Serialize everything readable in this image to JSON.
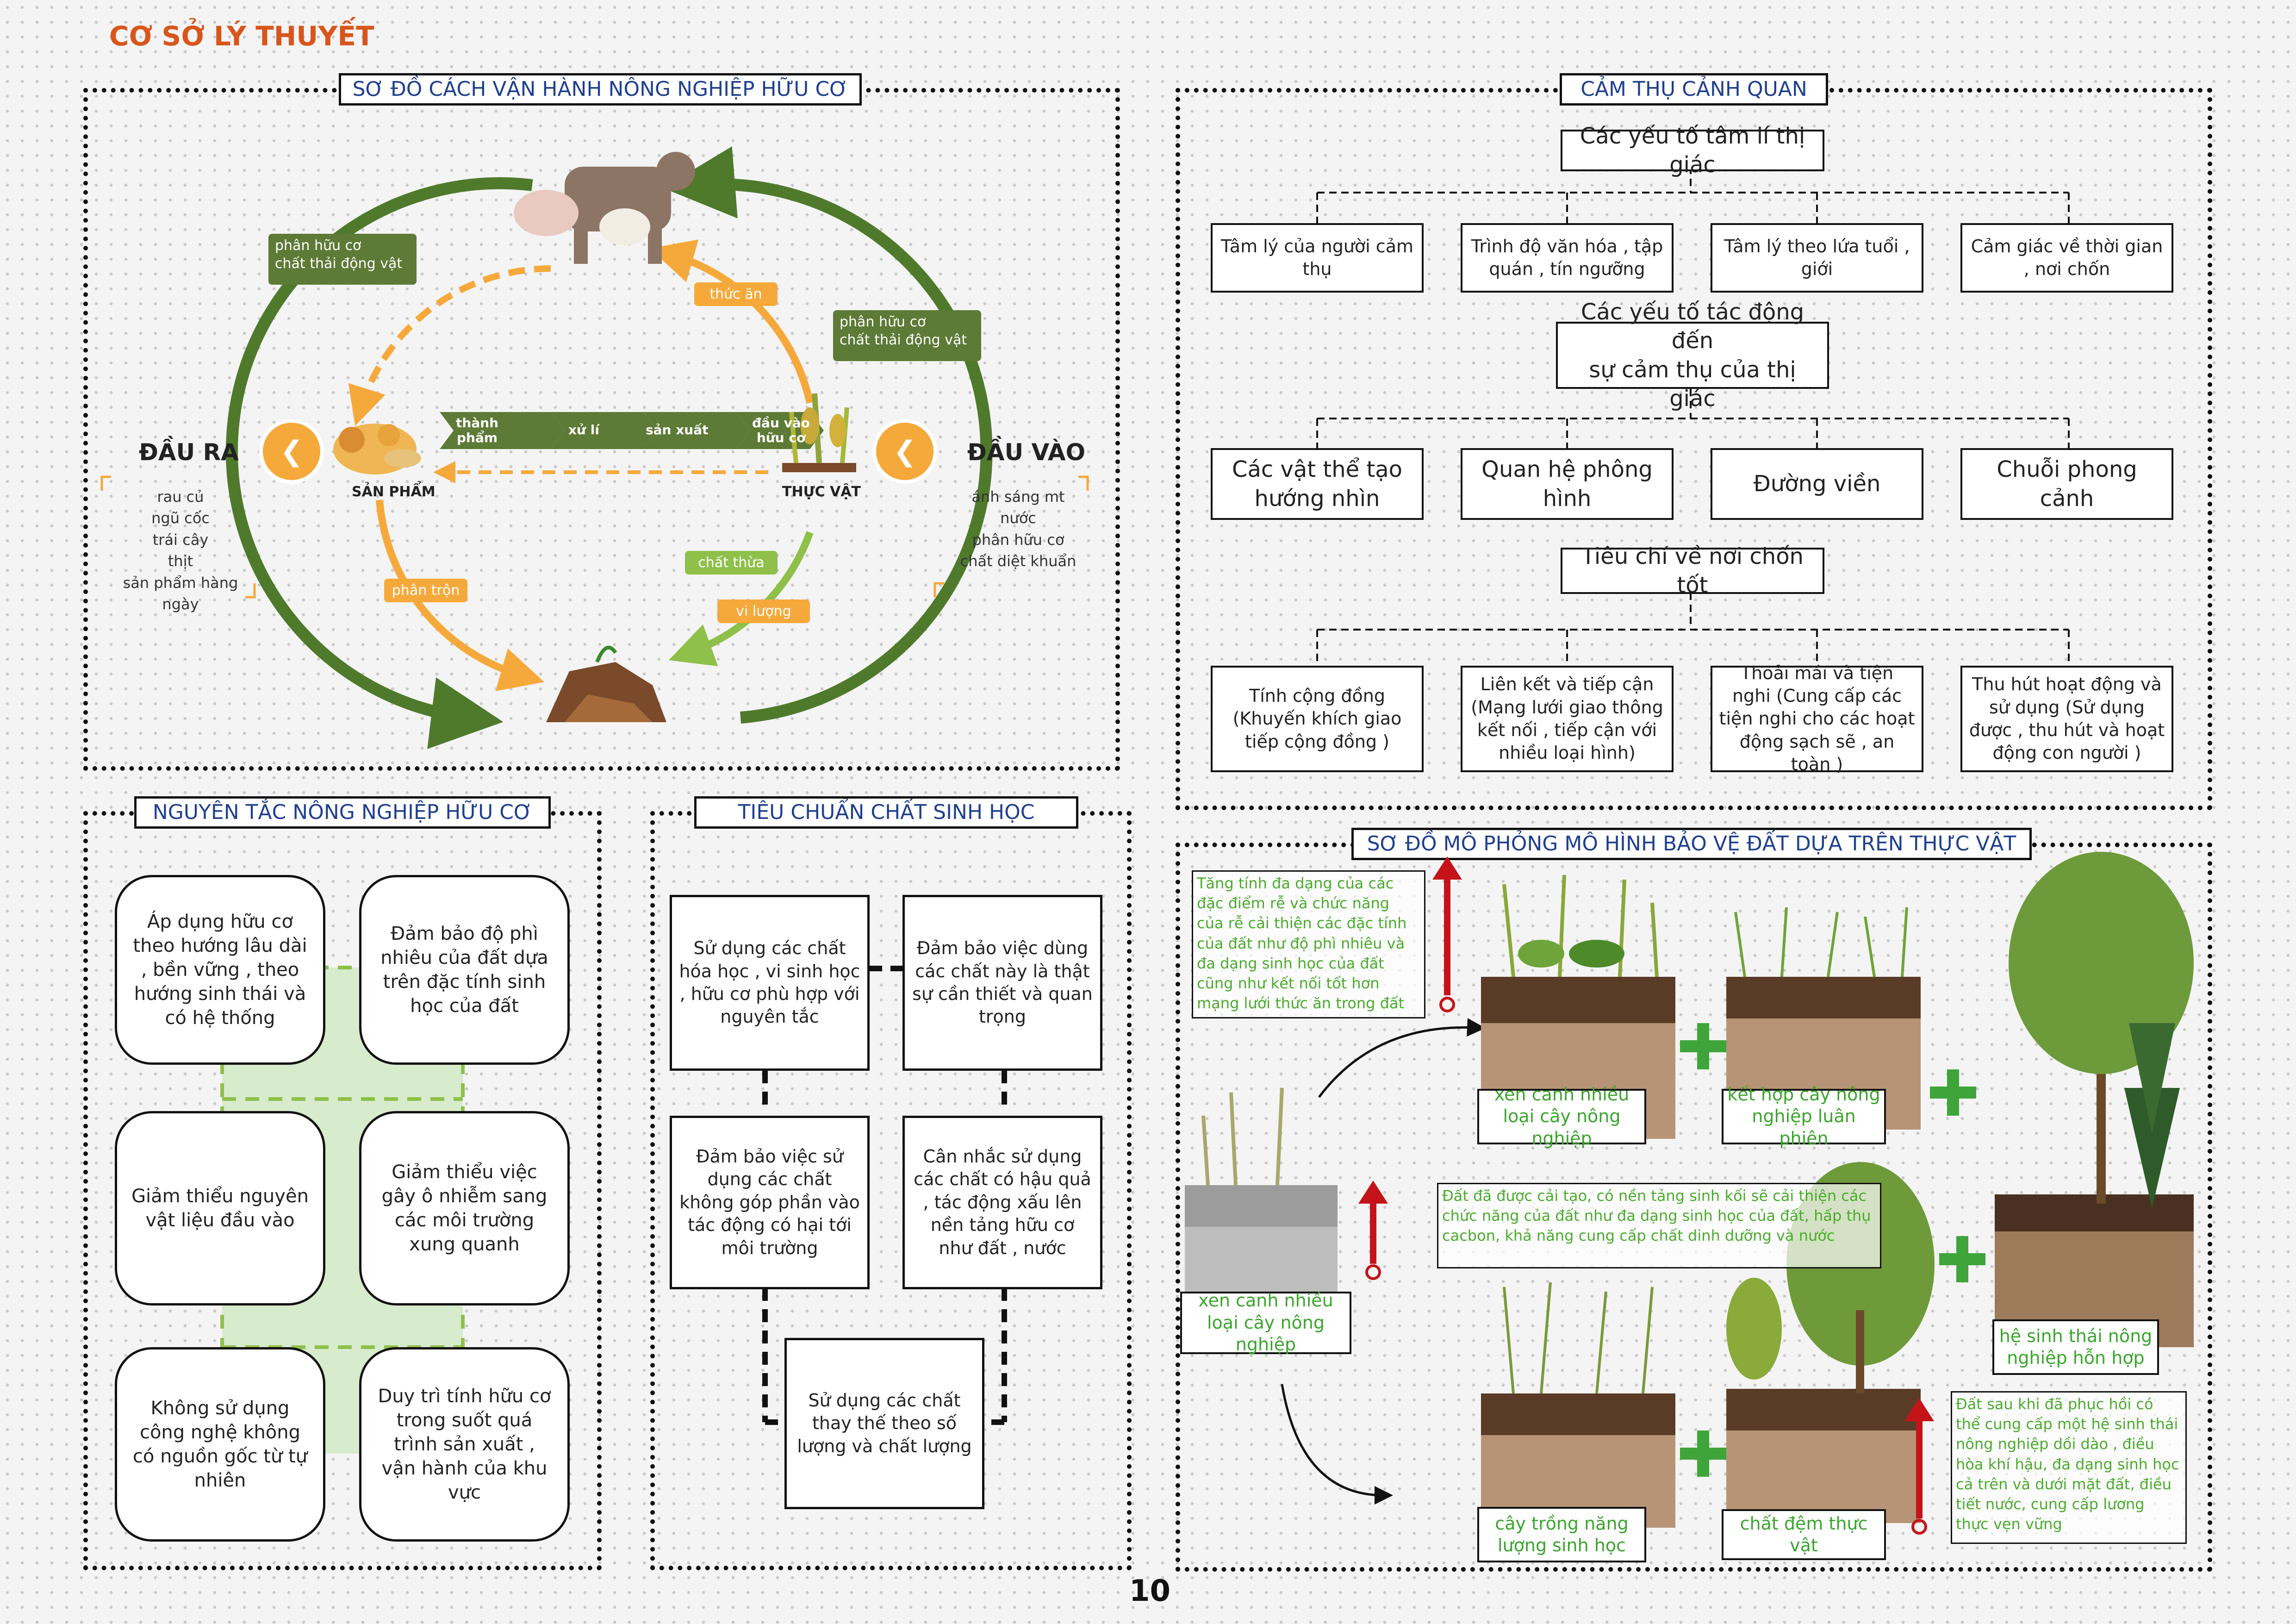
{
  "page_title": "CƠ SỞ LÝ THUYẾT",
  "page_number": "10",
  "organic_cycle": {
    "title": "SƠ ĐỒ CÁCH VẬN HÀNH NÔNG NGHIỆP HỮU CƠ",
    "output_label": "ĐẦU RA",
    "output_items": [
      "rau củ",
      "ngũ cốc",
      "trái cây",
      "thịt",
      "sản phẩm hàng ngày"
    ],
    "input_label": "ĐẦU VÀO",
    "input_items": [
      "ánh sáng mt",
      "nước",
      "phân hữu cơ",
      "chất diệt khuẩn"
    ],
    "product_label": "SẢN PHẨM",
    "plant_label": "THỰC VẬT",
    "tag_left_top": "phân hữu cơ\nchất thải động vật",
    "tag_right_top": "phân hữu cơ\nchất thải động vật",
    "tag_feed": "thức ăn",
    "tag_compost": "phân trộn",
    "tag_residue": "chất thừa",
    "tag_micro": "vi lượng",
    "chain": [
      "thành\nphẩm",
      "xử lí",
      "sản xuất",
      "đầu vào\nhữu cơ"
    ]
  },
  "landscape": {
    "title": "CẢM THỤ CẢNH QUAN",
    "group1_title": "Các yếu tố tâm lí thị giác",
    "group1_items": [
      "Tâm lý của người cảm thụ",
      "Trình độ văn hóa , tập quán , tín ngưỡng",
      "Tâm lý theo lứa tuổi , giới",
      "Cảm giác về thời gian , nơi chốn"
    ],
    "group2_title": "Các yếu tố tác động đến\nsự cảm thụ của thị giác",
    "group2_items": [
      "Các vật thể tạo hướng nhìn",
      "Quan hệ phông hình",
      "Đường viền",
      "Chuỗi phong cảnh"
    ],
    "group3_title": "Tiêu chí về nơi chốn tốt",
    "group3_items": [
      "Tính cộng đồng (Khuyến khích giao tiếp cộng đồng )",
      "Liên kết và tiếp cận (Mạng lưới giao thông kết nối , tiếp cận với nhiều loại hình)",
      "Thoải mái và tiện nghi (Cung cấp các tiện nghi cho các hoạt động sạch sẽ , an toàn )",
      "Thu hút hoạt động và sử dụng (Sử dụng được , thu hút và hoạt động con người )"
    ]
  },
  "principles": {
    "title": "NGUYÊN TẮC NÔNG NGHIỆP HỮU CƠ",
    "items": [
      "Áp dụng hữu cơ theo hướng lâu dài , bền vững , theo hướng sinh thái và có hệ thống",
      "Đảm bảo độ phì nhiêu của đất dựa trên đặc tính sinh học của đất",
      "Giảm thiểu nguyên vật liệu đầu vào",
      "Giảm thiểu việc gây ô nhiễm sang các môi trường xung quanh",
      "Không sử dụng công nghệ không có nguồn gốc từ tự nhiên",
      "Duy trì tính hữu cơ trong suốt quá trình sản xuất , vận hành của khu vực"
    ]
  },
  "standards": {
    "title": "TIÊU CHUẨN CHẤT SINH HỌC",
    "items": [
      "Sử dụng các chất hóa học , vi sinh học , hữu cơ phù hợp với nguyên tắc",
      "Đảm bảo việc dùng các chất này là thật sự cần thiết và quan trọng",
      "Đảm bảo việc sử dụng các chất không góp phần vào tác động có hại tới môi trường",
      "Cân nhắc sử dụng các chất có hậu quả , tác động xấu lên nền tảng hữu cơ như đất , nước",
      "Sử dụng các chất thay thế theo số lượng và chất lượng"
    ]
  },
  "soil": {
    "title": "SƠ ĐỒ MÔ PHỎNG MÔ HÌNH BẢO VỆ ĐẤT DỰA TRÊN THỰC VẬT",
    "note1": "Tăng tính đa dạng của các đặc điểm rễ và chức năng của rễ cải thiện các đặc tính của đất như độ phì nhiêu và đa dạng sinh học của đất cũng như kết nối tốt hơn mạng lưới thức ăn trong đất",
    "note2": "Đất đã được cải tạo, có nền tảng sinh kối sẽ cải thiện các chức năng của đất như đa dạng sinh học của đất, hấp thụ cacbon, khả năng cung cấp chất dinh dưỡng và nước",
    "note3": "Đất sau khi đã phục hồi có thể cung cấp một hệ sinh thái nông nghiệp dồi dào , điều hòa khí hậu, đa dạng sinh học cả trên và dưới mặt đất, điều tiết nước, cung cấp lương thực vẹn vững",
    "lbl_start": "xen canh nhiều loại cây nông nghiệp",
    "lbl_a": "xen canh nhiều loại cây nông nghiệp",
    "lbl_b": "kết hợp cây nông nghiệp luân phiên",
    "lbl_c": "hệ sinh thái nông nghiệp hỗn hợp",
    "lbl_d": "cây trồng năng lượng sinh học",
    "lbl_e": "chất đệm thực vật"
  }
}
